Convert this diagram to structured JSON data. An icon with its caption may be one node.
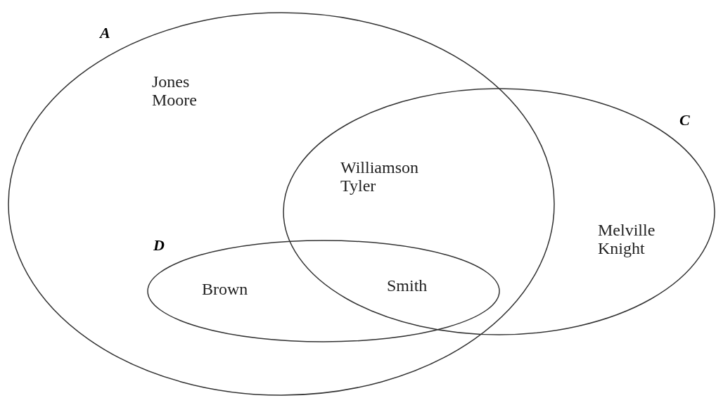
{
  "diagram": {
    "nodes": [
      {
        "text": [
          "A"
        ]
      },
      {
        "text": [
          "C"
        ]
      },
      {
        "text": [
          "D"
        ],
        "in": 0
      }
    ],
    "labels": [
      "Jones Moore",
      "Williamson Tyler",
      "Melville Knight",
      "Brown",
      "Smith"
    ]
  }
}
